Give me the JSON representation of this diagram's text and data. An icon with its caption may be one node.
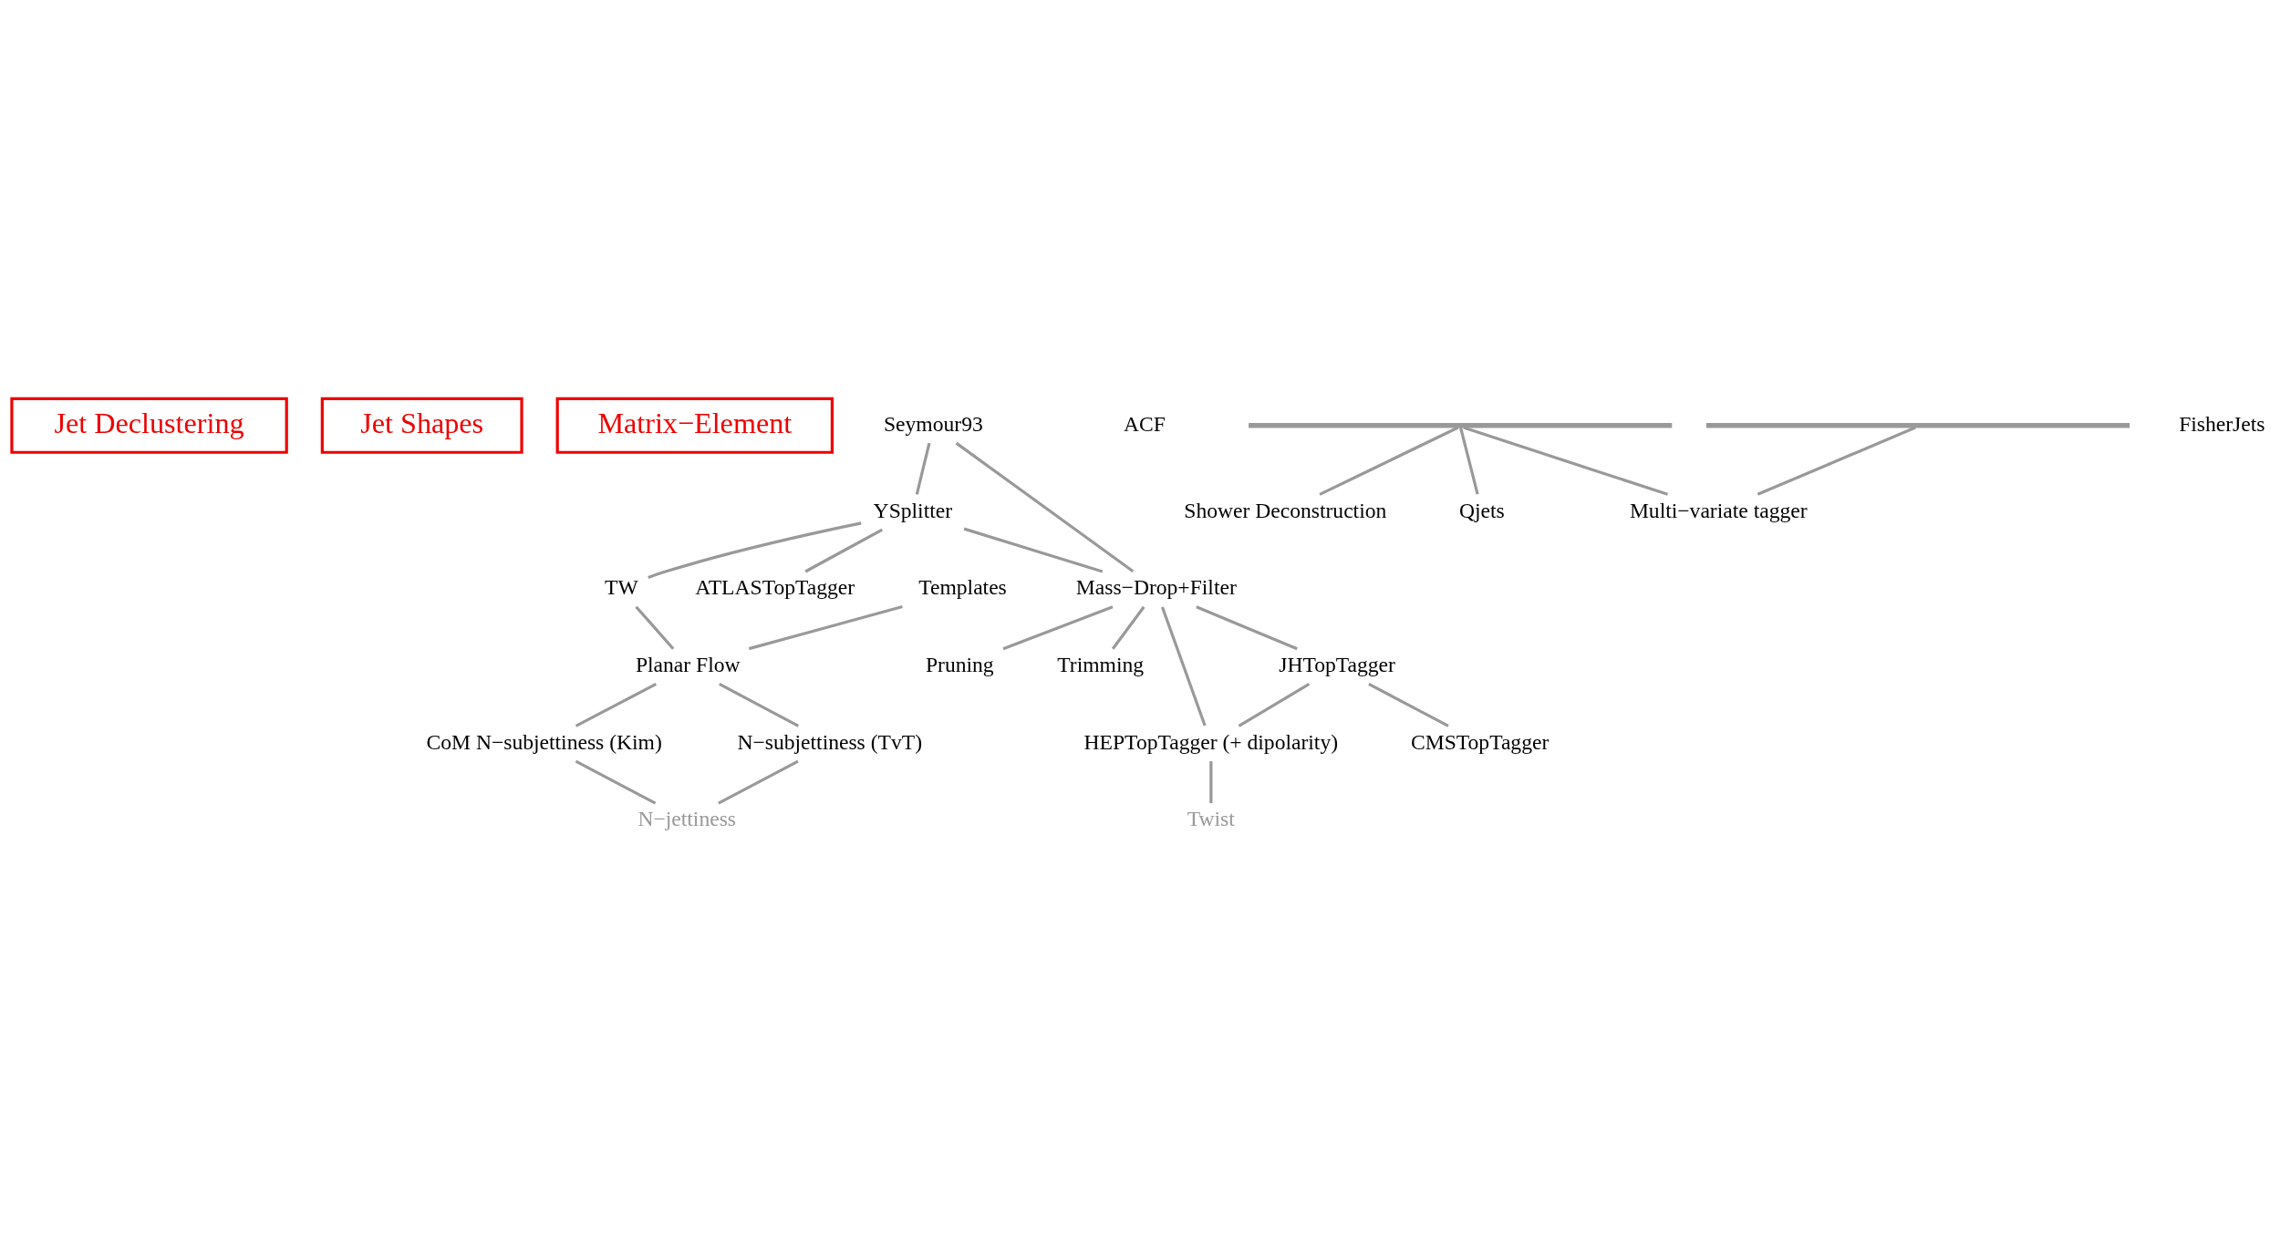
{
  "diagram": {
    "nodes": [
      {
        "text": [
          "Jet Declustering"
        ]
      },
      {
        "text": [
          "Jet Shapes"
        ]
      },
      {
        "text": [
          "Matrix−Element"
        ]
      },
      {
        "text": [
          "Seymour93"
        ]
      },
      {
        "text": [
          "YSplitter"
        ]
      },
      {
        "text": [
          "ATLASTopTagger"
        ]
      },
      {
        "text": [
          "Mass−Drop+Filter"
        ]
      },
      {
        "text": [
          "JHTopTagger"
        ]
      },
      {
        "text": [
          "CMSTopTagger"
        ]
      },
      {
        "text": [
          "TW"
        ]
      },
      {
        "text": [
          "Planar Flow"
        ]
      },
      {
        "text": [
          "Templates"
        ]
      },
      {
        "text": [
          "Pruning"
        ]
      },
      {
        "text": [
          "Trimming"
        ]
      },
      {
        "text": [
          "HEPTopTagger (+ dipolarity)"
        ]
      },
      {
        "text": [
          "Twist"
        ]
      },
      {
        "text": [
          "N−jettiness"
        ]
      },
      {
        "text": [
          "CoM N−subjettiness (Kim)"
        ]
      },
      {
        "text": [
          "N−subjettiness (TvT)"
        ]
      },
      {
        "text": [
          "ACF"
        ]
      },
      {
        "text": [
          "Shower Deconstruction"
        ]
      },
      {
        "text": [
          "Qjets"
        ]
      },
      {
        "text": [
          "Multi−variate tagger"
        ]
      },
      {
        "text": [
          "FisherJets"
        ]
      },
      {
        "text": [],
        "shape": "bar"
      },
      {
        "text": [],
        "shape": "bar"
      }
    ],
    "edges": [
      {
        "from": 3,
        "to": 4,
        "arrow": "none"
      },
      {
        "from": 3,
        "to": 6,
        "arrow": "none"
      },
      {
        "from": 4,
        "to": 6,
        "arrow": "none"
      },
      {
        "from": 4,
        "to": 5,
        "arrow": "none"
      },
      {
        "from": 4,
        "to": 9,
        "arrow": "none"
      },
      {
        "from": 6,
        "to": 7,
        "arrow": "none"
      },
      {
        "from": 6,
        "to": 14,
        "arrow": "none"
      },
      {
        "from": 6,
        "to": 13,
        "arrow": "none"
      },
      {
        "from": 6,
        "to": 12,
        "arrow": "none"
      },
      {
        "from": 7,
        "to": 8,
        "arrow": "none"
      },
      {
        "from": 7,
        "to": 14,
        "arrow": "none"
      },
      {
        "from": 9,
        "to": 10,
        "arrow": "none"
      },
      {
        "from": 11,
        "to": 10,
        "arrow": "none"
      },
      {
        "from": 14,
        "to": 15,
        "arrow": "none"
      },
      {
        "from": 10,
        "to": 18,
        "arrow": "none"
      },
      {
        "from": 10,
        "to": 17,
        "arrow": "none"
      },
      {
        "from": 17,
        "to": 16,
        "arrow": "none"
      },
      {
        "from": 18,
        "to": 16,
        "arrow": "none"
      },
      {
        "from": 24,
        "to": 20,
        "arrow": "none"
      },
      {
        "from": 24,
        "to": 21,
        "arrow": "none"
      },
      {
        "from": 24,
        "to": 22,
        "arrow": "none"
      },
      {
        "from": 25,
        "to": 22,
        "arrow": "none"
      }
    ]
  }
}
